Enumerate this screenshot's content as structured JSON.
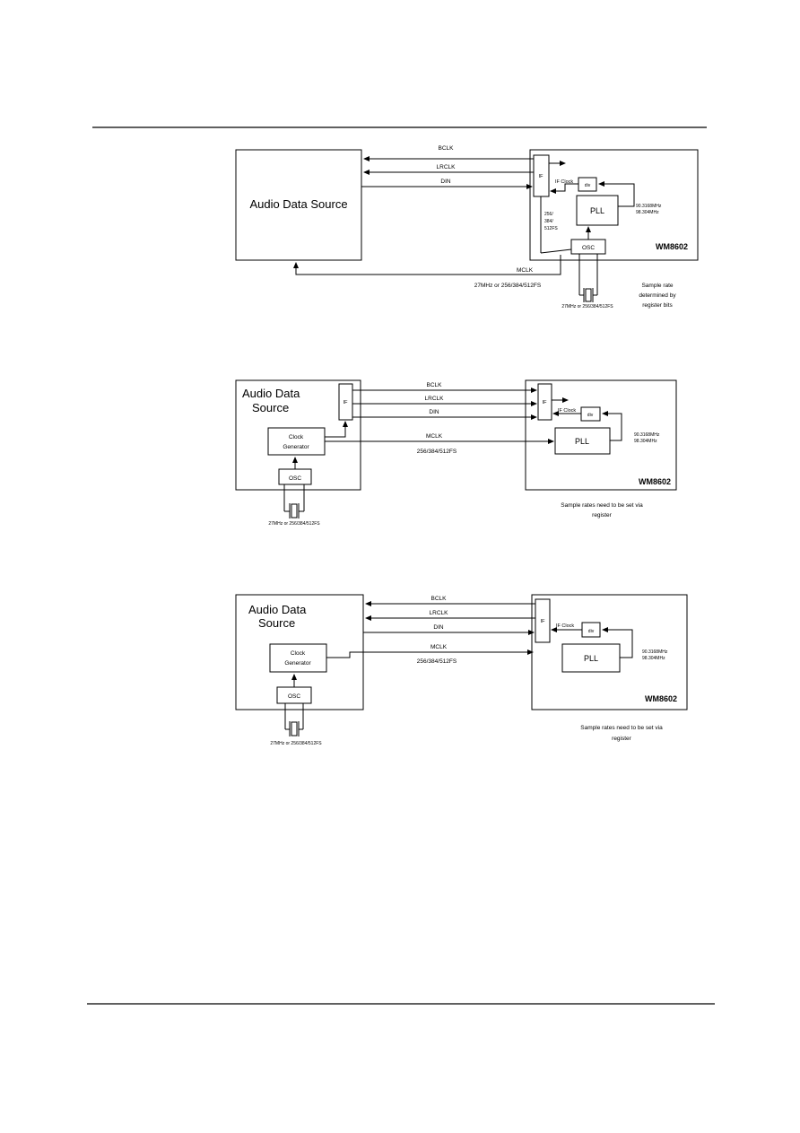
{
  "diagram1": {
    "source_label": "Audio Data Source",
    "chip_label": "WM8602",
    "bclk": "BCLK",
    "lrclk": "LRCLK",
    "din": "DIN",
    "mclk": "MCLK",
    "mclk_freq": "27MHz or 256/384/512FS",
    "if_label": "IF",
    "if_clock": "IF Clock",
    "div_label": "div",
    "pll_label": "PLL",
    "osc_label": "OSC",
    "pll_freq_1": "90.3168MHz",
    "pll_freq_2": "98.304MHz",
    "ratio_1": "256/",
    "ratio_2": "384/",
    "ratio_3": "512FS",
    "crystal_label": "27MHz or 256/384/512FS",
    "note_1": "Sample rate",
    "note_2": "determined by",
    "note_3": "register bits"
  },
  "diagram2": {
    "source_label_1": "Audio Data",
    "source_label_2": "Source",
    "chip_label": "WM8602",
    "bclk": "BCLK",
    "lrclk": "LRCLK",
    "din": "DIN",
    "mclk": "MCLK",
    "mclk_freq": "256/384/512FS",
    "if_label": "IF",
    "if_clock": "IF Clock",
    "div_label": "div",
    "pll_label": "PLL",
    "clockgen_1": "Clock",
    "clockgen_2": "Generator",
    "osc_label": "OSC",
    "pll_freq_1": "90.3168MHz",
    "pll_freq_2": "98.304MHz",
    "crystal_label": "27MHz or 256/384/512FS",
    "note_1": "Sample rates need to be set via",
    "note_2": "register"
  },
  "diagram3": {
    "source_label_1": "Audio Data",
    "source_label_2": "Source",
    "chip_label": "WM8602",
    "bclk": "BCLK",
    "lrclk": "LRCLK",
    "din": "DIN",
    "mclk": "MCLK",
    "mclk_freq": "256/384/512FS",
    "if_label": "IF",
    "if_clock": "IF Clock",
    "div_label": "div",
    "pll_label": "PLL",
    "clockgen_1": "Clock",
    "clockgen_2": "Generator",
    "osc_label": "OSC",
    "pll_freq_1": "90.3168MHz",
    "pll_freq_2": "98.304MHz",
    "crystal_label": "27MHz or 256/384/512FS",
    "note_1": "Sample rates need to be set via",
    "note_2": "register"
  }
}
